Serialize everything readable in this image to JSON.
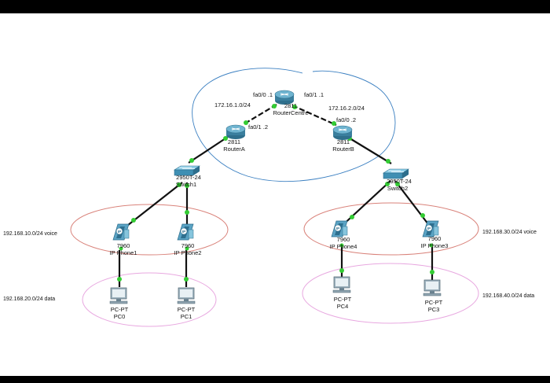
{
  "devices": {
    "router_centre": {
      "model": "2811",
      "name": "RouterCentre"
    },
    "router_a": {
      "model": "2811",
      "name": "RouterA"
    },
    "router_b": {
      "model": "2811",
      "name": "RouterB"
    },
    "switch1": {
      "model": "2950T-24",
      "name": "Switch1"
    },
    "switch2": {
      "model": "2950T-24",
      "name": "Switch2"
    },
    "ip_phone1": {
      "model": "7960",
      "name": "IP Phone1"
    },
    "ip_phone2": {
      "model": "7960",
      "name": "IP Phone2"
    },
    "ip_phone3": {
      "model": "7960",
      "name": "IP Phone3"
    },
    "ip_phone4": {
      "model": "7960",
      "name": "IP Phone4"
    },
    "pc0": {
      "model": "PC-PT",
      "name": "PC0"
    },
    "pc1": {
      "model": "PC-PT",
      "name": "PC1"
    },
    "pc3": {
      "model": "PC-PT",
      "name": "PC3"
    },
    "pc4": {
      "model": "PC-PT",
      "name": "PC4"
    }
  },
  "interfaces": {
    "centre_left": "fa0/0 .1",
    "centre_right": "fa0/1 .1",
    "router_a": "fa0/1 .2",
    "router_b": "fa0/0 .2"
  },
  "subnets": {
    "left_link": "172.16.1.0/24",
    "right_link": "172.16.2.0/24",
    "voice_left": "192.168.10.0/24  voice",
    "data_left": "192.168.20.0/24  data",
    "voice_right": "192.168.30.0/24 voice",
    "data_right": "192.168.40.0/24  data"
  },
  "colors": {
    "cable": "#111111",
    "link_port": "#33cc33",
    "annotation_blue": "#3a7fc1",
    "voice_ellipse": "#d9827a",
    "data_ellipse": "#e8a8e0",
    "router_body": "#4b8fab",
    "switch_body": "#4a95b8",
    "phone_body": "#5aa3c4",
    "pc_body": "#8fa4b0"
  }
}
